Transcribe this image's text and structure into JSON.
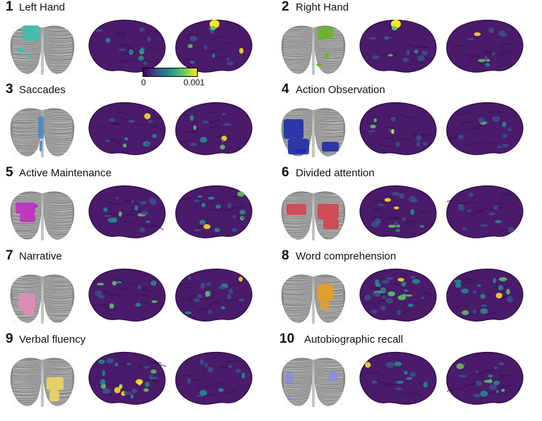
{
  "panels": [
    {
      "num": "1",
      "title": "Left Hand",
      "color": "#3bbfb0",
      "cereb_region": "left-upper",
      "blobs_left": "sparse",
      "blobs_right": "top-yellow"
    },
    {
      "num": "2",
      "title": "Right Hand",
      "color": "#67b52c",
      "cereb_region": "right-upper",
      "blobs_left": "top-yellow",
      "blobs_right": "sparse"
    },
    {
      "num": "3",
      "title": "Saccades",
      "color": "#4a86bf",
      "cereb_region": "vermis",
      "blobs_left": "sparse",
      "blobs_right": "sparse"
    },
    {
      "num": "4",
      "title": "Action Observation",
      "color": "#1c2aa8",
      "cereb_region": "lateral-both",
      "blobs_left": "sparse",
      "blobs_right": "sparse"
    },
    {
      "num": "5",
      "title": "Active Maintenance",
      "color": "#c02cbf",
      "cereb_region": "left-mid",
      "blobs_left": "medium",
      "blobs_right": "medium"
    },
    {
      "num": "6",
      "title": "Divided attention",
      "color": "#d4424f",
      "cereb_region": "both-mid",
      "blobs_left": "medium",
      "blobs_right": "sparse"
    },
    {
      "num": "7",
      "title": "Narrative",
      "color": "#e88ab8",
      "cereb_region": "left-lower",
      "blobs_left": "sparse",
      "blobs_right": "medium"
    },
    {
      "num": "8",
      "title": "Word comprehension",
      "color": "#e6a020",
      "cereb_region": "right-mid",
      "blobs_left": "dense",
      "blobs_right": "medium"
    },
    {
      "num": "9",
      "title": "Verbal fluency",
      "color": "#efd760",
      "cereb_region": "right-lower",
      "blobs_left": "dense",
      "blobs_right": "sparse"
    },
    {
      "num": "10",
      "title": "Autobiographic recall",
      "color": "#8b8be6",
      "cereb_region": "lateral-both-small",
      "blobs_left": "sparse",
      "blobs_right": "medium"
    }
  ],
  "colorbar": {
    "min_label": "0",
    "max_label": "0.001",
    "colormap": [
      "#440154",
      "#3b528b",
      "#21918c",
      "#5ec962",
      "#fde725"
    ]
  },
  "surface_colors": {
    "brain_base": "#4a1a6b",
    "brain_edge": "#2b0c40",
    "cereb_base": "#8d8d8d"
  }
}
